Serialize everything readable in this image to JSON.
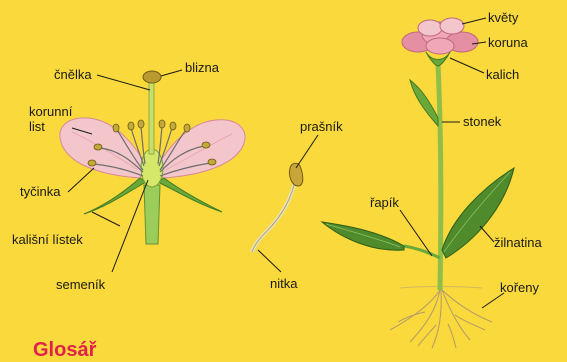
{
  "labels": {
    "cnelka": "čnělka",
    "blizna": "blizna",
    "korunni_list": "korunní\nlist",
    "tycinka": "tyčinka",
    "kalisni_listek": "kališní lístek",
    "semenik": "semeník",
    "prasnik": "prašník",
    "nitka": "nitka",
    "kvety": "květy",
    "koruna": "koruna",
    "kalich": "kalich",
    "stonek": "stonek",
    "rapik": "řapík",
    "zilnatina": "žilnatina",
    "koreny": "kořeny"
  },
  "heading": "Glosář",
  "colors": {
    "background": "#f9d93c",
    "petal": "#f3c6cc",
    "petal_dark": "#e48fa2",
    "stem": "#8fbf4a",
    "leaf": "#4f8a2c",
    "heading": "#e0224a"
  }
}
